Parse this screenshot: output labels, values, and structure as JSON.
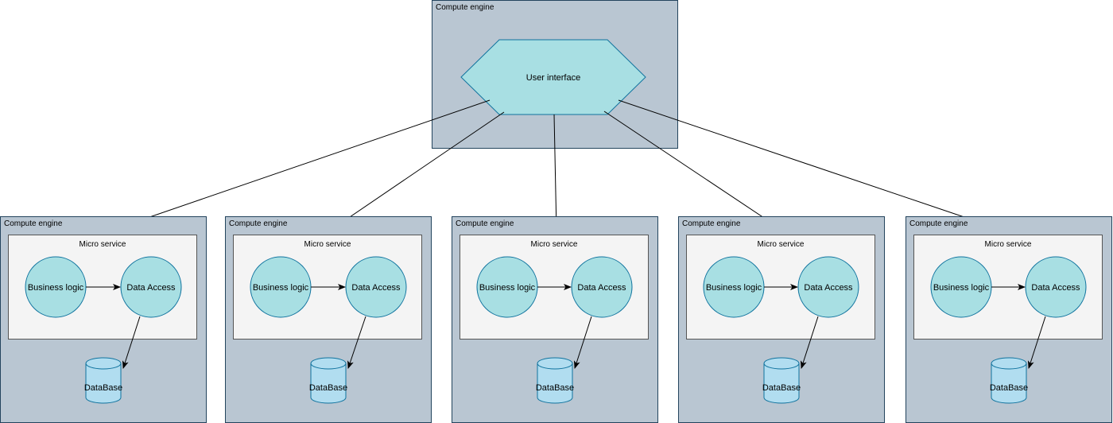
{
  "colors": {
    "engine_fill": "#b9c6d2",
    "engine_stroke": "#23445d",
    "microservice_fill": "#f4f4f4",
    "microservice_stroke": "#555555",
    "node_fill": "#a8dfe3",
    "node_stroke": "#10739e",
    "db_fill": "#b1ddf0",
    "edge": "#000000"
  },
  "top_engine": {
    "label": "Compute engine",
    "ui": {
      "label": "User interface",
      "shape": "hexagon"
    }
  },
  "service_engines": [
    {
      "label": "Compute engine",
      "microservice_label": "Micro service",
      "business_logic": "Business logic",
      "data_access": "Data Access",
      "database": "DataBase"
    },
    {
      "label": "Compute engine",
      "microservice_label": "Micro service",
      "business_logic": "Business logic",
      "data_access": "Data Access",
      "database": "DataBase"
    },
    {
      "label": "Compute engine",
      "microservice_label": "Micro service",
      "business_logic": "Business logic",
      "data_access": "Data Access",
      "database": "DataBase"
    },
    {
      "label": "Compute engine",
      "microservice_label": "Micro service",
      "business_logic": "Business logic",
      "data_access": "Data Access",
      "database": "DataBase"
    },
    {
      "label": "Compute engine",
      "microservice_label": "Micro service",
      "business_logic": "Business logic",
      "data_access": "Data Access",
      "database": "DataBase"
    }
  ],
  "edges": [
    {
      "from": "User interface",
      "to": "Micro service 1"
    },
    {
      "from": "User interface",
      "to": "Micro service 2"
    },
    {
      "from": "User interface",
      "to": "Micro service 3"
    },
    {
      "from": "User interface",
      "to": "Micro service 4"
    },
    {
      "from": "User interface",
      "to": "Micro service 5"
    },
    {
      "from": "Business logic",
      "to": "Data Access"
    },
    {
      "from": "Data Access",
      "to": "DataBase"
    }
  ]
}
